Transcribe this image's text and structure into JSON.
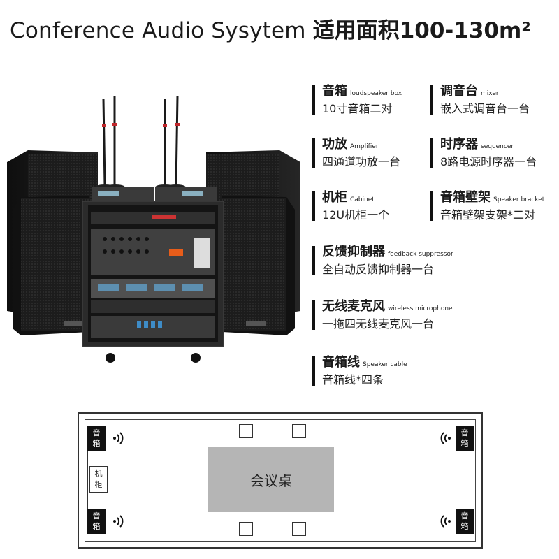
{
  "header": {
    "title_en": "Conference Audio Sysytem",
    "title_cn": "适用面积100-130m²"
  },
  "specs": [
    {
      "cn": "音箱",
      "en": "loudspeaker box",
      "desc": "10寸音箱二对"
    },
    {
      "cn": "调音台",
      "en": "mixer",
      "desc": "嵌入式调音台一台"
    },
    {
      "cn": "功放",
      "en": "Amplifier",
      "desc": "四通道功放一台"
    },
    {
      "cn": "时序器",
      "en": "sequencer",
      "desc": "8路电源时序器一台"
    },
    {
      "cn": "机柜",
      "en": "Cabinet",
      "desc": "12U机柜一个"
    },
    {
      "cn": "音箱壁架",
      "en": "Speaker bracket",
      "desc": "音箱壁架支架*二对"
    },
    {
      "cn": "反馈抑制器",
      "en": "feedback suppressor",
      "desc": "全自动反馈抑制器一台"
    },
    {
      "cn": "无线麦克风",
      "en": "wireless microphone",
      "desc": "一拖四无线麦克风一台"
    },
    {
      "cn": "音箱线",
      "en": "Speaker cable",
      "desc": "音箱线*四条"
    }
  ],
  "plan": {
    "speaker_label_top": "音",
    "speaker_label_bottom": "箱",
    "cabinet_label_top": "机",
    "cabinet_label_bottom": "柜",
    "table_label": "会议桌"
  }
}
